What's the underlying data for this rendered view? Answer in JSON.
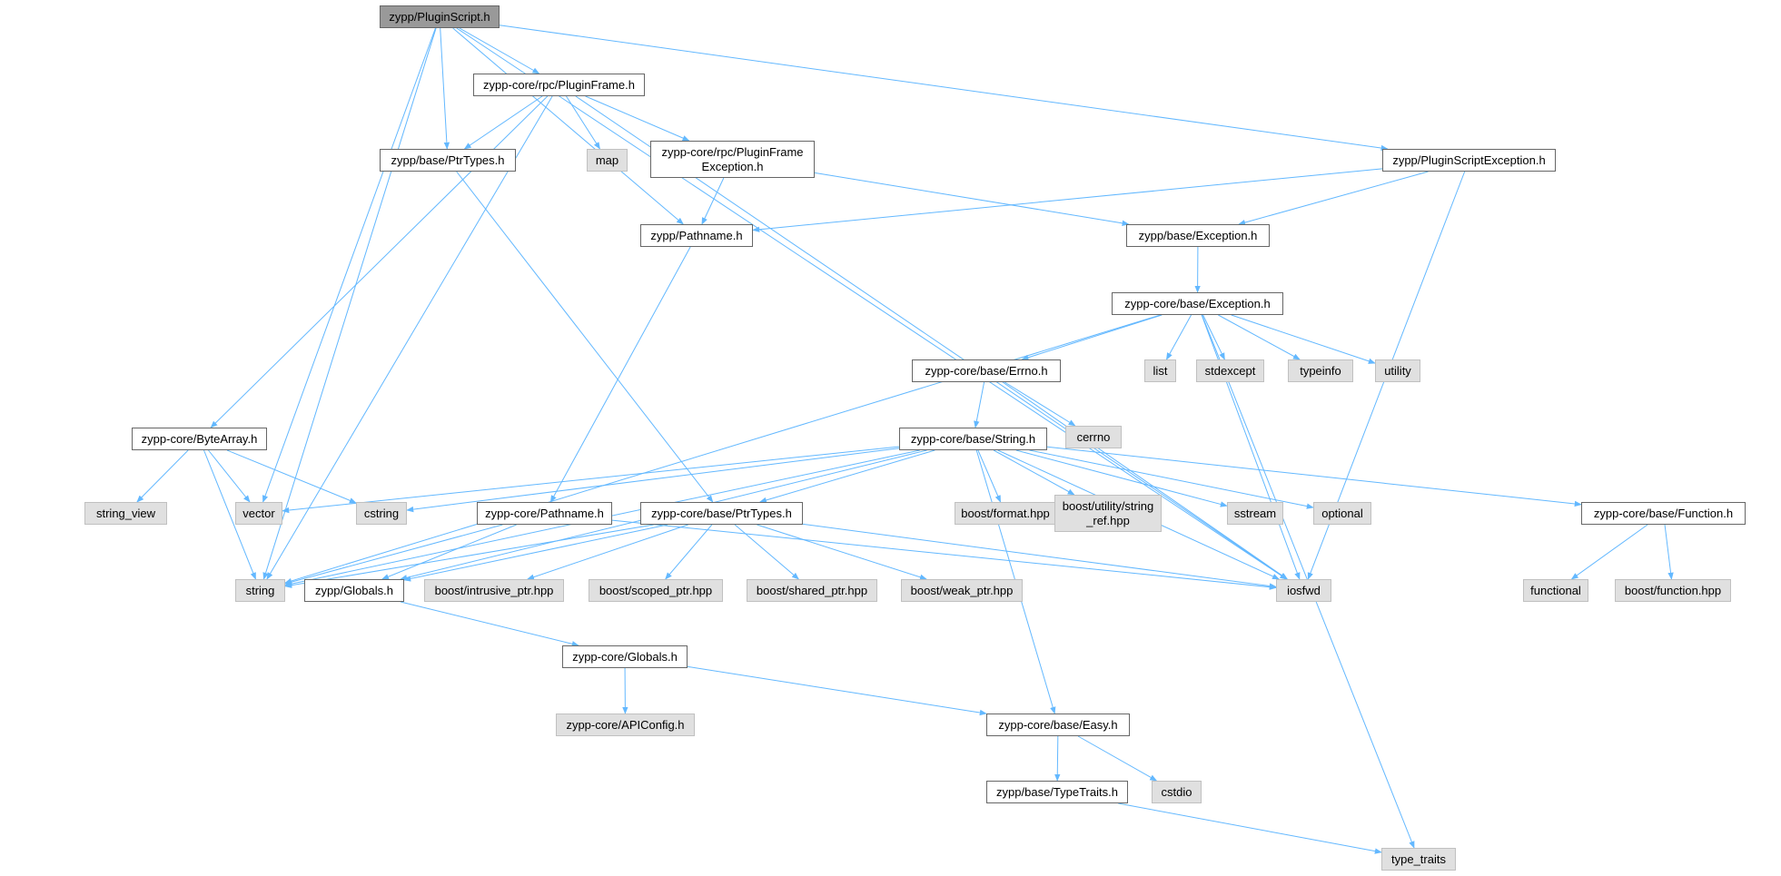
{
  "nodes": [
    {
      "id": "n_pluginscript",
      "label": "zypp/PluginScript.h",
      "kind": "root"
    },
    {
      "id": "n_pluginframe",
      "label": "zypp-core/rpc/PluginFrame.h",
      "kind": "file"
    },
    {
      "id": "n_ptrtypes_base",
      "label": "zypp/base/PtrTypes.h",
      "kind": "file"
    },
    {
      "id": "n_map",
      "label": "map",
      "kind": "sys"
    },
    {
      "id": "n_pfexception",
      "label": "zypp-core/rpc/PluginFrame\nException.h",
      "kind": "file"
    },
    {
      "id": "n_psexception",
      "label": "zypp/PluginScriptException.h",
      "kind": "file"
    },
    {
      "id": "n_pathname",
      "label": "zypp/Pathname.h",
      "kind": "file"
    },
    {
      "id": "n_exception_base",
      "label": "zypp/base/Exception.h",
      "kind": "file"
    },
    {
      "id": "n_core_exception",
      "label": "zypp-core/base/Exception.h",
      "kind": "file"
    },
    {
      "id": "n_errno",
      "label": "zypp-core/base/Errno.h",
      "kind": "file"
    },
    {
      "id": "n_list",
      "label": "list",
      "kind": "sys"
    },
    {
      "id": "n_stdexcept",
      "label": "stdexcept",
      "kind": "sys"
    },
    {
      "id": "n_typeinfo",
      "label": "typeinfo",
      "kind": "sys"
    },
    {
      "id": "n_utility",
      "label": "utility",
      "kind": "sys"
    },
    {
      "id": "n_cerrno",
      "label": "cerrno",
      "kind": "sys"
    },
    {
      "id": "n_bytearray",
      "label": "zypp-core/ByteArray.h",
      "kind": "file"
    },
    {
      "id": "n_string_h",
      "label": "zypp-core/base/String.h",
      "kind": "file"
    },
    {
      "id": "n_string_view",
      "label": "string_view",
      "kind": "sys"
    },
    {
      "id": "n_vector",
      "label": "vector",
      "kind": "sys"
    },
    {
      "id": "n_cstring",
      "label": "cstring",
      "kind": "sys"
    },
    {
      "id": "n_core_pathname",
      "label": "zypp-core/Pathname.h",
      "kind": "file"
    },
    {
      "id": "n_core_ptrtypes",
      "label": "zypp-core/base/PtrTypes.h",
      "kind": "file"
    },
    {
      "id": "n_boost_format",
      "label": "boost/format.hpp",
      "kind": "sys"
    },
    {
      "id": "n_boost_strref",
      "label": "boost/utility/string\n_ref.hpp",
      "kind": "sys"
    },
    {
      "id": "n_sstream",
      "label": "sstream",
      "kind": "sys"
    },
    {
      "id": "n_optional",
      "label": "optional",
      "kind": "sys"
    },
    {
      "id": "n_function_h",
      "label": "zypp-core/base/Function.h",
      "kind": "file"
    },
    {
      "id": "n_string",
      "label": "string",
      "kind": "sys"
    },
    {
      "id": "n_globals_zypp",
      "label": "zypp/Globals.h",
      "kind": "file"
    },
    {
      "id": "n_boost_intrusive",
      "label": "boost/intrusive_ptr.hpp",
      "kind": "sys"
    },
    {
      "id": "n_boost_scoped",
      "label": "boost/scoped_ptr.hpp",
      "kind": "sys"
    },
    {
      "id": "n_boost_shared",
      "label": "boost/shared_ptr.hpp",
      "kind": "sys"
    },
    {
      "id": "n_boost_weak",
      "label": "boost/weak_ptr.hpp",
      "kind": "sys"
    },
    {
      "id": "n_iosfwd",
      "label": "iosfwd",
      "kind": "sys"
    },
    {
      "id": "n_functional",
      "label": "functional",
      "kind": "sys"
    },
    {
      "id": "n_boost_function",
      "label": "boost/function.hpp",
      "kind": "sys"
    },
    {
      "id": "n_core_globals",
      "label": "zypp-core/Globals.h",
      "kind": "file"
    },
    {
      "id": "n_apiconfig",
      "label": "zypp-core/APIConfig.h",
      "kind": "sys"
    },
    {
      "id": "n_easy",
      "label": "zypp-core/base/Easy.h",
      "kind": "file"
    },
    {
      "id": "n_typetraits_h",
      "label": "zypp/base/TypeTraits.h",
      "kind": "file"
    },
    {
      "id": "n_cstdio",
      "label": "cstdio",
      "kind": "sys"
    },
    {
      "id": "n_type_traits",
      "label": "type_traits",
      "kind": "sys"
    }
  ],
  "edges": [
    [
      "n_pluginscript",
      "n_pluginframe"
    ],
    [
      "n_pluginscript",
      "n_ptrtypes_base"
    ],
    [
      "n_pluginscript",
      "n_psexception"
    ],
    [
      "n_pluginscript",
      "n_pathname"
    ],
    [
      "n_pluginscript",
      "n_vector"
    ],
    [
      "n_pluginscript",
      "n_string"
    ],
    [
      "n_pluginscript",
      "n_iosfwd"
    ],
    [
      "n_pluginframe",
      "n_ptrtypes_base"
    ],
    [
      "n_pluginframe",
      "n_map"
    ],
    [
      "n_pluginframe",
      "n_pfexception"
    ],
    [
      "n_pluginframe",
      "n_bytearray"
    ],
    [
      "n_pluginframe",
      "n_string"
    ],
    [
      "n_pluginframe",
      "n_iosfwd"
    ],
    [
      "n_ptrtypes_base",
      "n_core_ptrtypes"
    ],
    [
      "n_pfexception",
      "n_pathname"
    ],
    [
      "n_pfexception",
      "n_exception_base"
    ],
    [
      "n_psexception",
      "n_pathname"
    ],
    [
      "n_psexception",
      "n_exception_base"
    ],
    [
      "n_psexception",
      "n_iosfwd"
    ],
    [
      "n_pathname",
      "n_core_pathname"
    ],
    [
      "n_exception_base",
      "n_core_exception"
    ],
    [
      "n_core_exception",
      "n_errno"
    ],
    [
      "n_core_exception",
      "n_list"
    ],
    [
      "n_core_exception",
      "n_stdexcept"
    ],
    [
      "n_core_exception",
      "n_typeinfo"
    ],
    [
      "n_core_exception",
      "n_utility"
    ],
    [
      "n_core_exception",
      "n_string"
    ],
    [
      "n_core_exception",
      "n_iosfwd"
    ],
    [
      "n_core_exception",
      "n_type_traits"
    ],
    [
      "n_errno",
      "n_string_h"
    ],
    [
      "n_errno",
      "n_cerrno"
    ],
    [
      "n_errno",
      "n_iosfwd"
    ],
    [
      "n_bytearray",
      "n_string_view"
    ],
    [
      "n_bytearray",
      "n_vector"
    ],
    [
      "n_bytearray",
      "n_cstring"
    ],
    [
      "n_bytearray",
      "n_string"
    ],
    [
      "n_string_h",
      "n_vector"
    ],
    [
      "n_string_h",
      "n_cstring"
    ],
    [
      "n_string_h",
      "n_string"
    ],
    [
      "n_string_h",
      "n_core_ptrtypes"
    ],
    [
      "n_string_h",
      "n_boost_format"
    ],
    [
      "n_string_h",
      "n_boost_strref"
    ],
    [
      "n_string_h",
      "n_sstream"
    ],
    [
      "n_string_h",
      "n_optional"
    ],
    [
      "n_string_h",
      "n_function_h"
    ],
    [
      "n_string_h",
      "n_iosfwd"
    ],
    [
      "n_string_h",
      "n_easy"
    ],
    [
      "n_string_h",
      "n_globals_zypp"
    ],
    [
      "n_core_pathname",
      "n_string"
    ],
    [
      "n_core_pathname",
      "n_globals_zypp"
    ],
    [
      "n_core_pathname",
      "n_iosfwd"
    ],
    [
      "n_core_ptrtypes",
      "n_string"
    ],
    [
      "n_core_ptrtypes",
      "n_globals_zypp"
    ],
    [
      "n_core_ptrtypes",
      "n_boost_intrusive"
    ],
    [
      "n_core_ptrtypes",
      "n_boost_scoped"
    ],
    [
      "n_core_ptrtypes",
      "n_boost_shared"
    ],
    [
      "n_core_ptrtypes",
      "n_boost_weak"
    ],
    [
      "n_core_ptrtypes",
      "n_iosfwd"
    ],
    [
      "n_function_h",
      "n_functional"
    ],
    [
      "n_function_h",
      "n_boost_function"
    ],
    [
      "n_globals_zypp",
      "n_core_globals"
    ],
    [
      "n_core_globals",
      "n_apiconfig"
    ],
    [
      "n_core_globals",
      "n_easy"
    ],
    [
      "n_easy",
      "n_typetraits_h"
    ],
    [
      "n_easy",
      "n_cstdio"
    ],
    [
      "n_typetraits_h",
      "n_type_traits"
    ]
  ],
  "colors": {
    "edge": "#63b8ff",
    "root_fill": "#999999",
    "file_fill": "#ffffff",
    "system_fill": "#e0e0e0",
    "border": "#666666"
  }
}
